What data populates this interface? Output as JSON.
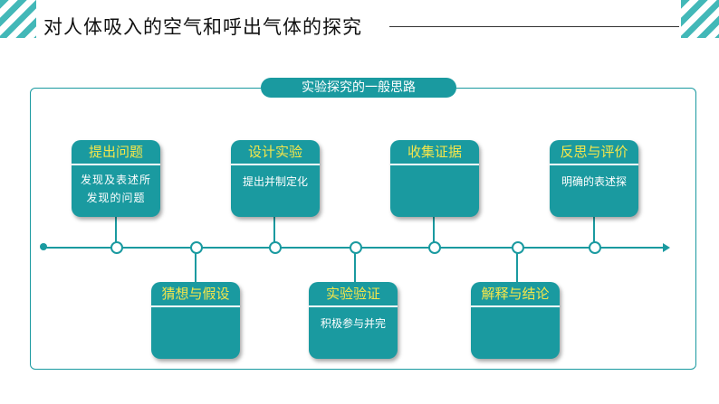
{
  "page_title": "对人体吸入的空气和呼出气体的探究",
  "section_header": "实验探究的一般思路",
  "top_steps": [
    {
      "title": "提出问题",
      "text": "发现及表述所发现的问题"
    },
    {
      "title": "设计实验",
      "text": "提出并制定化"
    },
    {
      "title": "收集证据",
      "text": ""
    },
    {
      "title": "反思与评价",
      "text": "明确的表述探"
    }
  ],
  "bottom_steps": [
    {
      "title": "猜想与假设",
      "text": ""
    },
    {
      "title": "实验验证",
      "text": "积极参与并完"
    },
    {
      "title": "解释与结论",
      "text": ""
    }
  ],
  "colors": {
    "accent": "#1a9aa0",
    "heading_text": "#f5e64a",
    "stripe": "#43b8b8"
  }
}
